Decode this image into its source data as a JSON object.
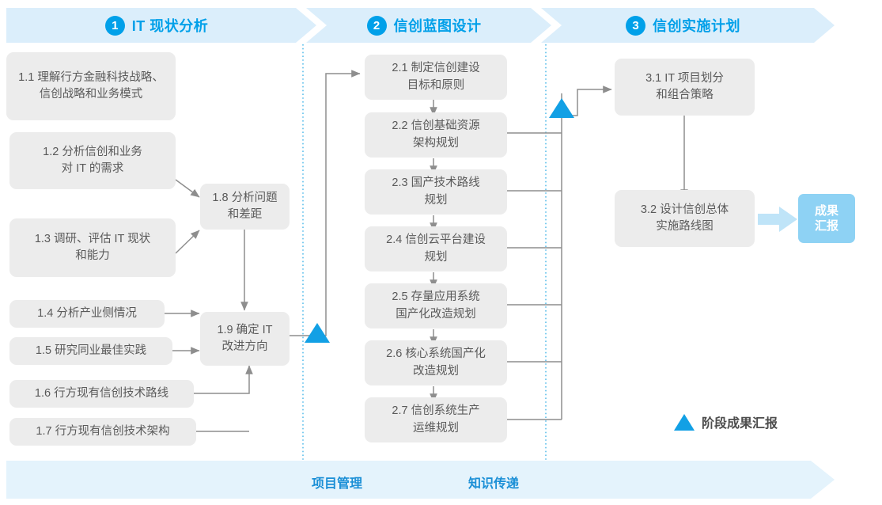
{
  "meta": {
    "accent_blue": "#00a0e9",
    "band_blue": "#dbeefb",
    "box_gray": "#ececec",
    "text_gray": "#5a5a5a",
    "chip_blue": "#8ed2f4",
    "connector_gray": "#8e8e8e"
  },
  "phases": [
    {
      "number": "1",
      "title": "IT 现状分析"
    },
    {
      "number": "2",
      "title": "信创蓝图设计"
    },
    {
      "number": "3",
      "title": "信创实施计划"
    }
  ],
  "phase1_tasks": [
    {
      "id": "1.1",
      "label": "1.1 理解行方金融科技战略、\n信创战略和业务模式"
    },
    {
      "id": "1.2",
      "label": "1.2 分析信创和业务\n对 IT 的需求"
    },
    {
      "id": "1.3",
      "label": "1.3 调研、评估 IT 现状\n和能力"
    },
    {
      "id": "1.4",
      "label": "1.4 分析产业侧情况"
    },
    {
      "id": "1.5",
      "label": "1.5 研究同业最佳实践"
    },
    {
      "id": "1.6",
      "label": "1.6 行方现有信创技术路线"
    },
    {
      "id": "1.7",
      "label": "1.7 行方现有信创技术架构"
    },
    {
      "id": "1.8",
      "label": "1.8 分析问题\n和差距"
    },
    {
      "id": "1.9",
      "label": "1.9 确定 IT\n改进方向"
    }
  ],
  "phase2_tasks": [
    {
      "id": "2.1",
      "label": "2.1 制定信创建设\n目标和原则"
    },
    {
      "id": "2.2",
      "label": "2.2 信创基础资源\n架构规划"
    },
    {
      "id": "2.3",
      "label": "2.3 国产技术路线\n规划"
    },
    {
      "id": "2.4",
      "label": "2.4 信创云平台建设\n规划"
    },
    {
      "id": "2.5",
      "label": "2.5 存量应用系统\n国产化改造规划"
    },
    {
      "id": "2.6",
      "label": "2.6 核心系统国产化\n改造规划"
    },
    {
      "id": "2.7",
      "label": "2.7 信创系统生产\n运维规划"
    }
  ],
  "phase3_tasks": [
    {
      "id": "3.1",
      "label": "3.1 IT 项目划分\n和组合策略"
    },
    {
      "id": "3.2",
      "label": "3.2 设计信创总体\n实施路线图"
    }
  ],
  "deliverable": {
    "label": "成果\n汇报"
  },
  "legend": {
    "icon": "triangle-up-icon",
    "label": "阶段成果汇报"
  },
  "footer": {
    "labels": [
      "项目管理",
      "知识传递"
    ]
  }
}
